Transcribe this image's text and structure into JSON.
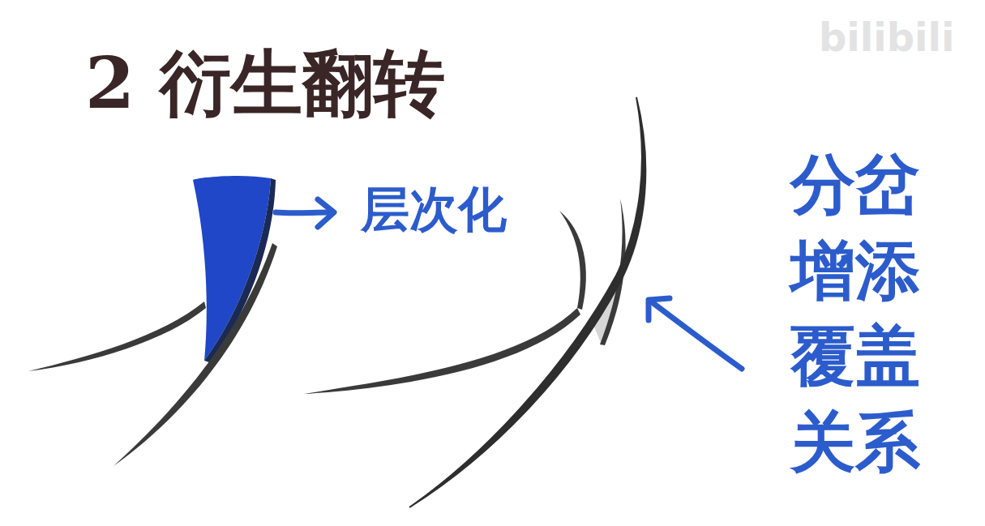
{
  "diagram": {
    "title": "2 衍生翻转",
    "labels": [
      "层次化",
      "分岔 增添 覆盖 关系",
      "bilibili"
    ]
  }
}
